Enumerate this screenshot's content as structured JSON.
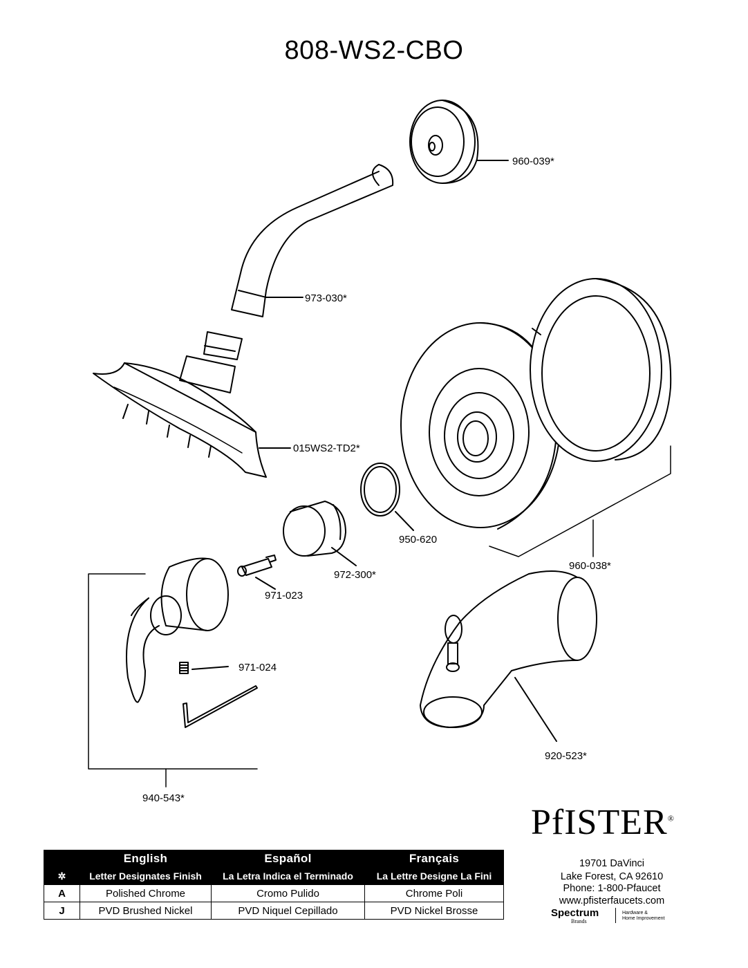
{
  "title": "808-WS2-CBO",
  "parts": {
    "p960_039": "960-039*",
    "p973_030": "973-030*",
    "p015": "015WS2-TD2*",
    "p950_620": "950-620",
    "p960_038": "960-038*",
    "p972_300": "972-300*",
    "p971_023": "971-023",
    "p971_024": "971-024",
    "p920_523": "920-523*",
    "p940_543": "940-543*"
  },
  "finish_table": {
    "headers": [
      "English",
      "Español",
      "Français"
    ],
    "symbol": "✲",
    "subheaders": [
      "Letter Designates Finish",
      "La Letra Indica el Terminado",
      "La Lettre Designe La Fini"
    ],
    "rows": [
      {
        "code": "A",
        "english": "Polished Chrome",
        "espanol": "Cromo Pulido",
        "francais": "Chrome Poli"
      },
      {
        "code": "J",
        "english": "PVD Brushed Nickel",
        "espanol": "PVD Niquel Cepillado",
        "francais": "PVD Nickel Brosse"
      }
    ]
  },
  "brand": {
    "logo": "PfISTER",
    "registered": "®",
    "address1": "19701 DaVinci",
    "address2": "Lake Forest, CA 92610",
    "phone": "Phone: 1-800-Pfaucet",
    "web": "www.pfisterfaucets.com",
    "spectrum": "Spectrum",
    "brands": "Brands",
    "hardware1": "Hardware &",
    "hardware2": "Home Improvement"
  }
}
